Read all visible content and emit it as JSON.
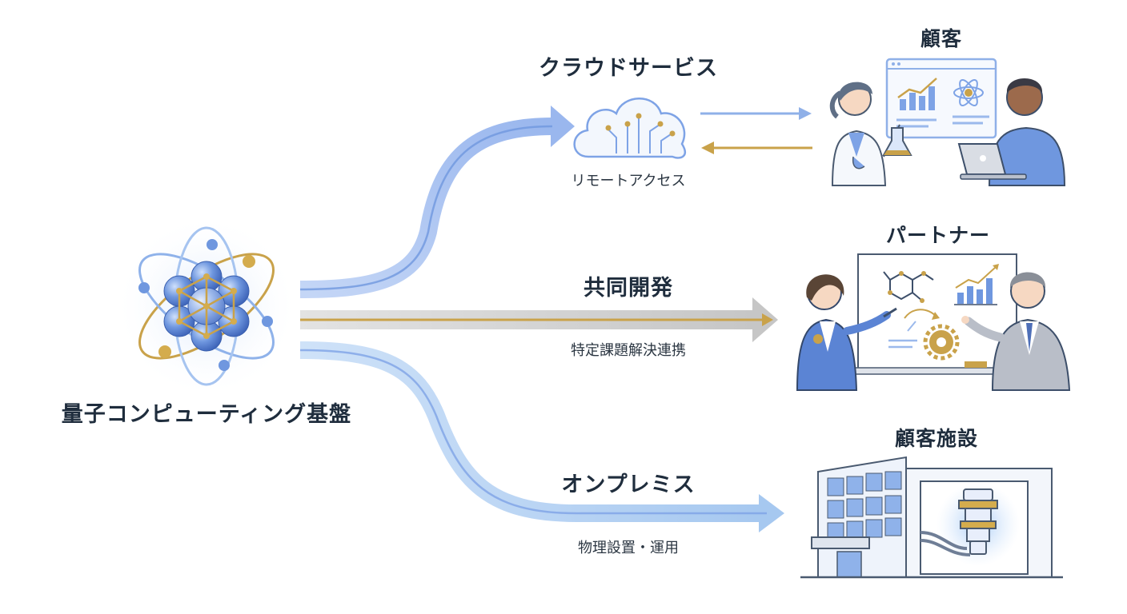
{
  "source": {
    "label": "量子コンピューティング基盤",
    "icon": "atom-lattice-icon"
  },
  "channels": [
    {
      "label": "クラウドサービス",
      "sub": "リモートアクセス",
      "icon": "cloud-circuit-icon",
      "arrow_color": "#8fb0e8"
    },
    {
      "label": "共同開発",
      "sub": "特定課題解決連携",
      "arrow_color": "#c9c9c9"
    },
    {
      "label": "オンプレミス",
      "sub": "物理設置・運用",
      "arrow_color": "#a9cdf2"
    }
  ],
  "targets": [
    {
      "label": "顧客",
      "icon": "customers-dashboard-icon"
    },
    {
      "label": "パートナー",
      "icon": "partners-whiteboard-icon"
    },
    {
      "label": "顧客施設",
      "icon": "customer-facility-icon"
    }
  ],
  "colors": {
    "blue": "#7ea3e6",
    "gold": "#c9a24a",
    "navy": "#1f2d3d",
    "light_blue": "#bcd4f5"
  }
}
